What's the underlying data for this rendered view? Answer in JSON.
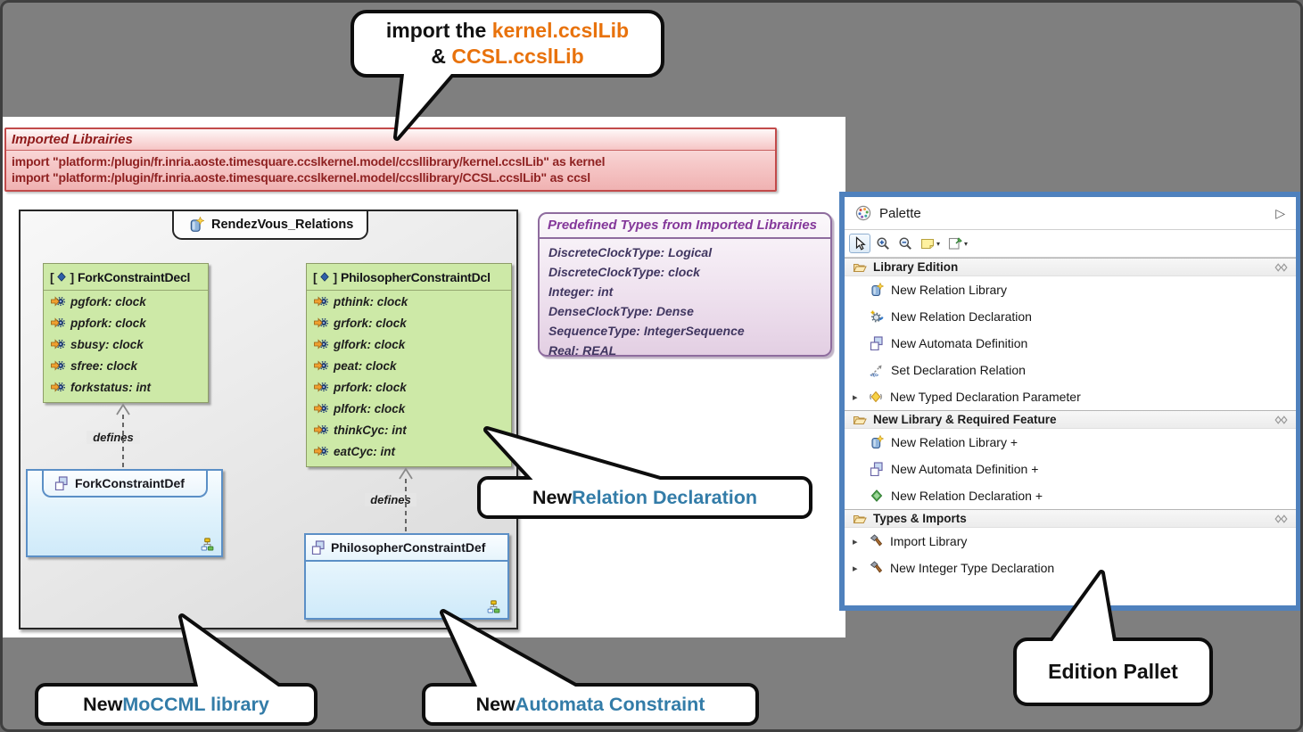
{
  "colors": {
    "page_bg": "#7F7F7F",
    "palette_border": "#4F81BD",
    "callout_highlight_blue": "#337CA8",
    "callout_orange": "#E8720C",
    "note_red_text": "#8F2222",
    "types_purple_border": "#8E6C9E",
    "decl_green_fill": "#CDE9A7",
    "def_blue_border": "#5B8FC6"
  },
  "import_callout": {
    "line1_bold": "import",
    "line1_mid": " the ",
    "line1_link": "kernel.ccslLib",
    "line2_amp": "& ",
    "line2_link": "CCSL.ccslLib"
  },
  "imported_libraries": {
    "title": "Imported Librairies",
    "line1": "import \"platform:/plugin/fr.inria.aoste.timesquare.ccslkernel.model/ccsllibrary/kernel.ccslLib\" as kernel",
    "line2": "import \"platform:/plugin/fr.inria.aoste.timesquare.ccslkernel.model/ccsllibrary/CCSL.ccslLib\" as ccsl"
  },
  "diagram": {
    "tab_title": "RendezVous_Relations",
    "fork_decl": {
      "name": "ForkConstraintDecl",
      "items": [
        "pgfork: clock",
        "ppfork: clock",
        "sbusy: clock",
        "sfree: clock",
        "forkstatus: int"
      ]
    },
    "phil_decl": {
      "name": "PhilosopherConstraintDcl",
      "items": [
        "pthink: clock",
        "grfork: clock",
        "glfork: clock",
        "peat: clock",
        "prfork: clock",
        "plfork: clock",
        "thinkCyc: int",
        "eatCyc: int"
      ]
    },
    "fork_def": {
      "name": "ForkConstraintDef"
    },
    "phil_def": {
      "name": "PhilosopherConstraintDef"
    },
    "edge_label_1": "defines",
    "edge_label_2": "defines"
  },
  "predefined_types": {
    "title": "Predefined Types from Imported Librairies",
    "items": [
      "DiscreteClockType: Logical",
      "DiscreteClockType: clock",
      "Integer: int",
      "DenseClockType: Dense",
      "SequenceType: IntegerSequence",
      "Real: REAL"
    ]
  },
  "palette": {
    "title": "Palette",
    "sections": [
      {
        "label": "Library Edition",
        "items": [
          {
            "label": "New Relation Library"
          },
          {
            "label": "New Relation Declaration"
          },
          {
            "label": "New Automata Definition"
          },
          {
            "label": "Set Declaration Relation"
          },
          {
            "label": "New Typed Declaration Parameter"
          }
        ]
      },
      {
        "label": "New Library & Required Feature",
        "items": [
          {
            "label": "New Relation Library +"
          },
          {
            "label": "New Automata Definition +"
          },
          {
            "label": "New Relation Declaration +"
          }
        ]
      },
      {
        "label": "Types & Imports",
        "items": [
          {
            "label": "Import Library"
          },
          {
            "label": "New Integer Type Declaration"
          }
        ]
      }
    ]
  },
  "callouts": {
    "relation_declaration": {
      "prefix": "New ",
      "highlight": "Relation Declaration"
    },
    "moccml_library": {
      "prefix": "New ",
      "highlight": "MoCCML library"
    },
    "automata_constraint": {
      "prefix": "New ",
      "highlight": "Automata Constraint"
    },
    "edition_pallet": "Edition Pallet"
  }
}
